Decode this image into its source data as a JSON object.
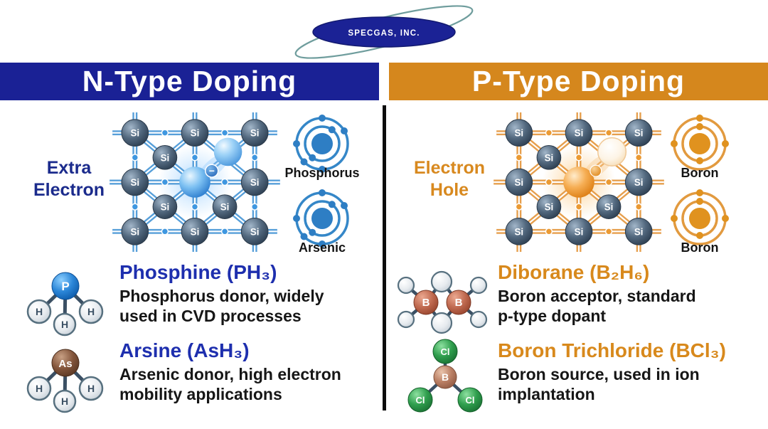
{
  "logo": {
    "company": "SPECGAS, INC."
  },
  "n_type": {
    "header": "N-Type Doping",
    "feature_label_1": "Extra",
    "feature_label_2": "Electron",
    "si_label": "Si",
    "free_electron_symbol": "−",
    "dopant_atoms": [
      "Phosphorus",
      "Arsenic"
    ],
    "compounds": [
      {
        "title": "Phosphine (PH₃)",
        "desc1": "Phosphorus donor, widely",
        "desc2": "used in CVD processes"
      },
      {
        "title": "Arsine (AsH₃)",
        "desc1": "Arsenic donor, high electron",
        "desc2": "mobility applications"
      }
    ],
    "molecules": {
      "phosphine": {
        "center": "P",
        "h": "H"
      },
      "arsine": {
        "center": "As",
        "h": "H"
      }
    }
  },
  "p_type": {
    "header": "P-Type Doping",
    "feature_label_1": "Electron",
    "feature_label_2": "Hole",
    "si_label": "Si",
    "dopant_atoms": [
      "Boron",
      "Boron"
    ],
    "compounds": [
      {
        "title": "Diborane (B₂H₆)",
        "desc1": "Boron acceptor, standard",
        "desc2": "p-type dopant"
      },
      {
        "title": "Boron Trichloride (BCl₃)",
        "desc1": "Boron source, used in ion",
        "desc2": "implantation"
      }
    ],
    "molecules": {
      "diborane": {
        "b": "B"
      },
      "bcl3": {
        "center": "B",
        "cl": "Cl"
      }
    }
  },
  "colors": {
    "n_header_bg": "#1a2195",
    "p_header_bg": "#d5871d",
    "n_accent": "#1e2fae",
    "p_accent": "#d8891c",
    "n_label": "#1b2b8c",
    "p_label": "#d8891f",
    "n_bond": "#4f9ad8",
    "p_bond": "#e59a44",
    "si_sphere": "#52687e",
    "logo_bg": "#1b2295",
    "cl_green": "#2f9e4d",
    "h_gray": "#e7ebef",
    "as_brown": "#84563c",
    "p_blue": "#2b86d8",
    "b_brick": "#c06a50"
  }
}
